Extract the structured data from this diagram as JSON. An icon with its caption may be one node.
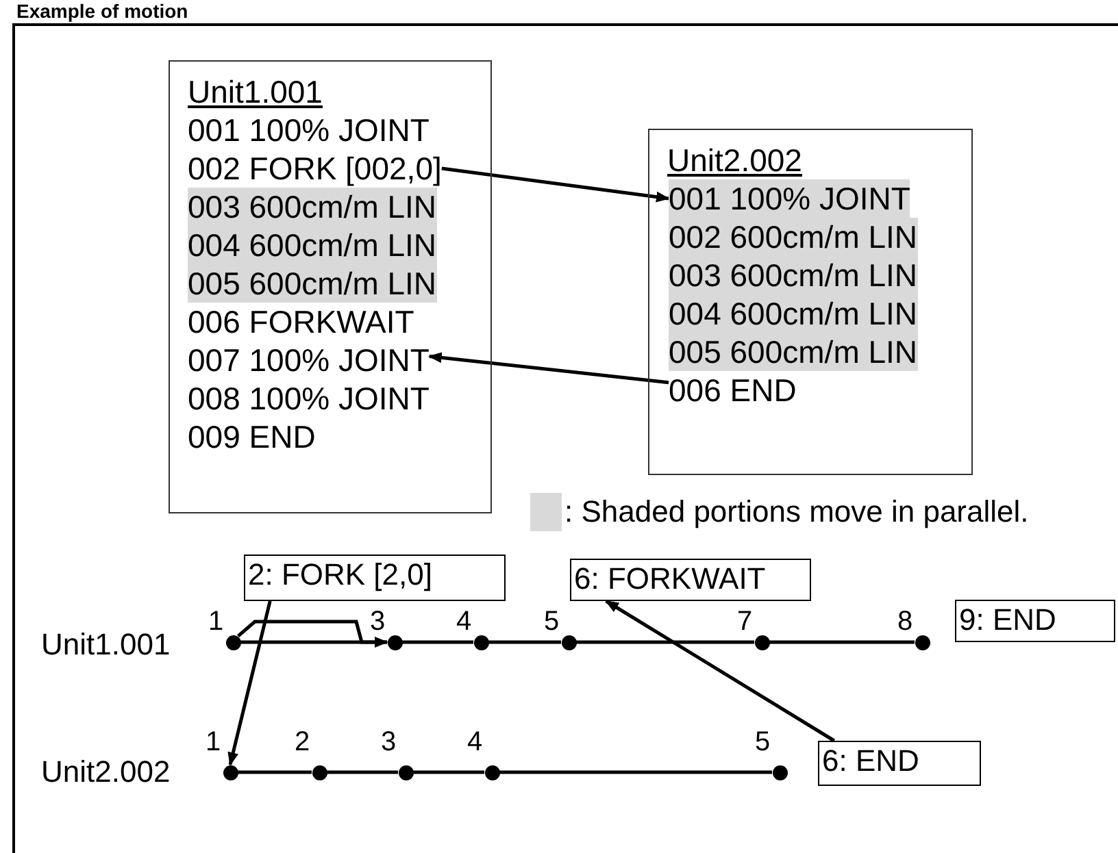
{
  "diagram": {
    "title": "Example of motion",
    "nodes": [
      {
        "text": [
          "Unit1.001"
        ]
      },
      {
        "text": [
          "001 100% JOINT"
        ],
        "in": 0
      },
      {
        "text": [
          "002 FORK [002,0]"
        ],
        "in": 0
      },
      {
        "text": [
          "003 600cm/m LIN"
        ],
        "in": 0
      },
      {
        "text": [
          "004 600cm/m LIN"
        ],
        "in": 0
      },
      {
        "text": [
          "005 600cm/m LIN"
        ],
        "in": 0
      },
      {
        "text": [
          "006 FORKWAIT"
        ],
        "in": 0
      },
      {
        "text": [
          "007 100% JOINT"
        ],
        "in": 0
      },
      {
        "text": [
          "008 100% JOINT"
        ],
        "in": 0
      },
      {
        "text": [
          "009 END"
        ],
        "in": 0
      },
      {
        "text": [
          "Unit2.002"
        ]
      },
      {
        "text": [
          "001 100% JOINT"
        ],
        "in": 10
      },
      {
        "text": [
          "002 600cm/m LIN"
        ],
        "in": 10
      },
      {
        "text": [
          "003 600cm/m LIN"
        ],
        "in": 10
      },
      {
        "text": [
          "004 600cm/m LIN"
        ],
        "in": 10
      },
      {
        "text": [
          "005 600cm/m LIN"
        ],
        "in": 10
      },
      {
        "text": [
          "006 END"
        ],
        "in": 10
      },
      {
        "text": [
          "2: FORK [2,0]"
        ]
      },
      {
        "text": [
          "6: FORKWAIT"
        ]
      },
      {
        "text": [],
        "shape": "circle",
        "beside": [
          "1"
        ]
      },
      {
        "text": [],
        "shape": "circle",
        "beside": [
          "3"
        ]
      },
      {
        "text": [],
        "shape": "circle",
        "beside": [
          "4"
        ]
      },
      {
        "text": [],
        "shape": "circle",
        "beside": [
          "5"
        ]
      },
      {
        "text": [],
        "shape": "circle",
        "beside": [
          "7"
        ]
      },
      {
        "text": [],
        "shape": "circle",
        "beside": [
          "8"
        ]
      },
      {
        "text": [
          "9: END"
        ]
      },
      {
        "text": [],
        "shape": "circle",
        "beside": [
          "1"
        ]
      },
      {
        "text": [],
        "shape": "circle",
        "beside": [
          "2"
        ]
      },
      {
        "text": [],
        "shape": "circle",
        "beside": [
          "3"
        ]
      },
      {
        "text": [],
        "shape": "circle",
        "beside": [
          "4"
        ]
      },
      {
        "text": [],
        "shape": "circle",
        "beside": [
          "5"
        ]
      },
      {
        "text": [
          "6: END"
        ]
      }
    ],
    "edges": [
      {
        "from": 2,
        "to": 11,
        "arrow": "to"
      },
      {
        "from": 16,
        "to": 7,
        "arrow": "to"
      },
      {
        "from": 17,
        "to": 26,
        "arrow": "to"
      },
      {
        "from": 19,
        "to": 20,
        "arrow": "to"
      },
      {
        "from": 31,
        "to": 18,
        "arrow": "to"
      },
      {
        "from": 19,
        "to": 20,
        "arrow": "none"
      },
      {
        "from": 20,
        "to": 21,
        "arrow": "none"
      },
      {
        "from": 21,
        "to": 22,
        "arrow": "none"
      },
      {
        "from": 22,
        "to": 23,
        "arrow": "none"
      },
      {
        "from": 23,
        "to": 24,
        "arrow": "none"
      },
      {
        "from": 26,
        "to": 27,
        "arrow": "none"
      },
      {
        "from": 27,
        "to": 28,
        "arrow": "none"
      },
      {
        "from": 28,
        "to": 29,
        "arrow": "none"
      },
      {
        "from": 29,
        "to": 30,
        "arrow": "none"
      }
    ],
    "labels": [
      "Unit1.001",
      "Unit2.002"
    ],
    "legend": [
      {
        "text": ": Shaded portions move in parallel.",
        "color": "#d9d9d9"
      }
    ]
  }
}
